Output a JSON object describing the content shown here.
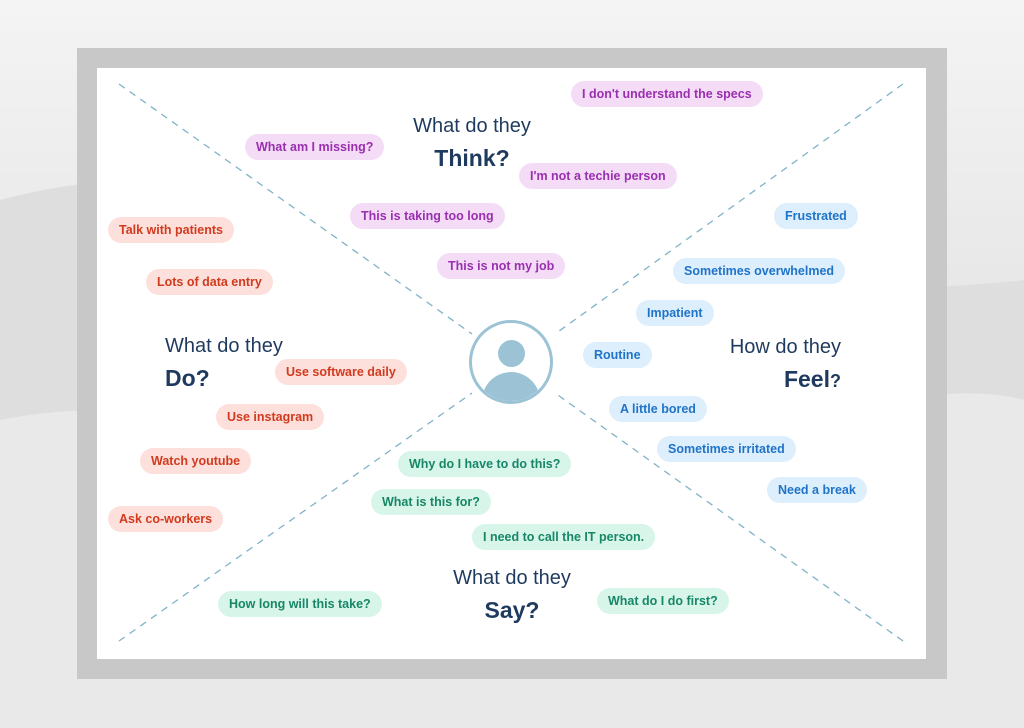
{
  "quadrants": {
    "think": {
      "question": "What do they",
      "word": "Think?"
    },
    "do": {
      "question": "What do they",
      "word": "Do?"
    },
    "feel": {
      "question": "How do they",
      "word": "Feel",
      "mark": "?"
    },
    "say": {
      "question": "What do they",
      "word": "Say?"
    }
  },
  "think_items": [
    "I don't understand the specs",
    "What am I missing?",
    "I'm not a techie person",
    "This is taking too long",
    "This is not my job"
  ],
  "do_items": [
    "Talk with patients",
    "Lots of data entry",
    "Use software daily",
    "Use instagram",
    "Watch youtube",
    "Ask co-workers"
  ],
  "feel_items": [
    "Frustrated",
    "Sometimes overwhelmed",
    "Impatient",
    "Routine",
    "A little bored",
    "Sometimes irritated",
    "Need a break"
  ],
  "say_items": [
    "Why do I have to do this?",
    "What  is this for?",
    "I need to call the IT person.",
    "How long will this take?",
    "What do I do first?"
  ],
  "colors": {
    "think": "#9a2fb0",
    "do": "#d23a1e",
    "feel": "#1f74c8",
    "say": "#178766",
    "heading": "#1f3a5f",
    "divider": "#7fb3c9"
  },
  "icons": {
    "center": "user-avatar-icon"
  }
}
